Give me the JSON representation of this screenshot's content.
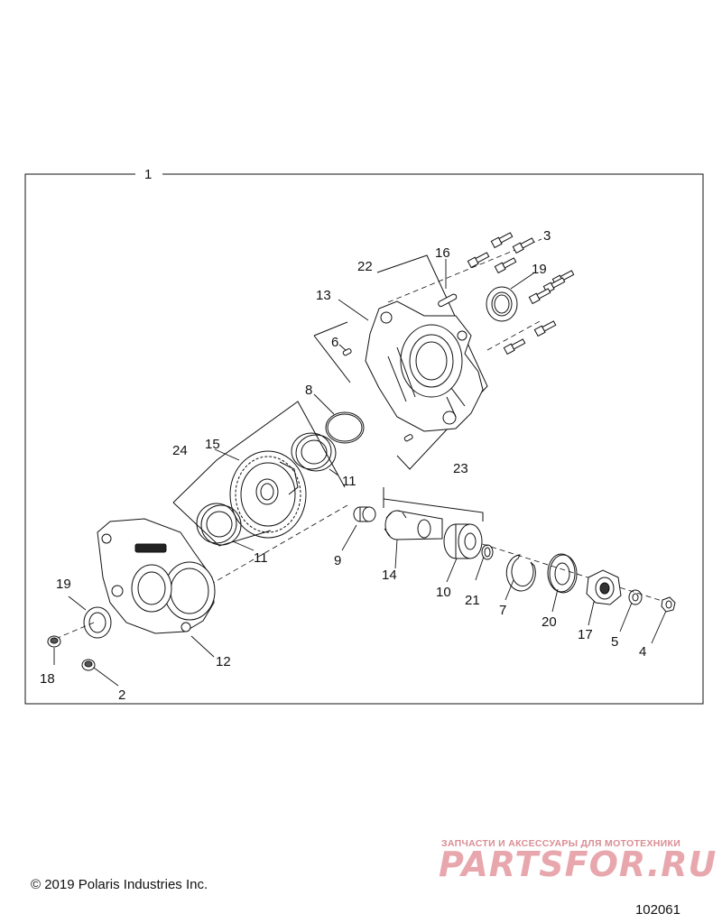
{
  "diagram": {
    "labels": {
      "l1": "1",
      "l2": "2",
      "l3": "3",
      "l4": "4",
      "l5": "5",
      "l6": "6",
      "l7": "7",
      "l8": "8",
      "l9": "9",
      "l10": "10",
      "l11a": "11",
      "l11b": "11",
      "l12": "12",
      "l13": "13",
      "l14": "14",
      "l15": "15",
      "l16": "16",
      "l17": "17",
      "l18": "18",
      "l19a": "19",
      "l19b": "19",
      "l20": "20",
      "l21": "21",
      "l22": "22",
      "l23": "23",
      "l24": "24"
    }
  },
  "footer": {
    "copyright": "© 2019 Polaris Industries Inc.",
    "code": "102061"
  },
  "watermark": {
    "tagline": "ЗАПЧАСТИ И АКСЕССУАРЫ ДЛЯ МОТОТЕХНИКИ",
    "logo_text": "PARTSFOR.RU",
    "color": "#e7a7ad"
  }
}
